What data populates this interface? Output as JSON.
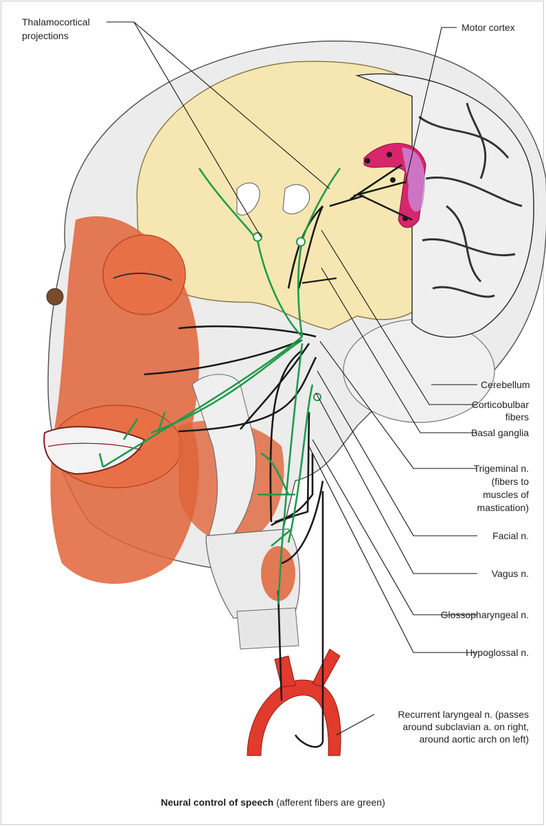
{
  "labels": {
    "thalamocortical_l1": "Thalamocortical",
    "thalamocortical_l2": "projections",
    "motor_cortex": "Motor cortex",
    "cerebellum": "Cerebellum",
    "corticobulbar_l1": "Corticobulbar",
    "corticobulbar_l2": "fibers",
    "basal_ganglia": "Basal ganglia",
    "trigeminal_l1": "Trigeminal n.",
    "trigeminal_l2": "(fibers to",
    "trigeminal_l3": "muscles of",
    "trigeminal_l4": "mastication)",
    "facial": "Facial n.",
    "vagus": "Vagus n.",
    "glossopharyngeal": "Glossopharyngeal n.",
    "hypoglossal": "Hypoglossal n.",
    "recurrent_l1": "Recurrent laryngeal n. (passes",
    "recurrent_l2": "around subclavian a. on right,",
    "recurrent_l3": "around aortic arch on left)"
  },
  "caption": {
    "bold": "Neural control of speech",
    "rest": " (afferent fibers are green)"
  },
  "colors": {
    "afferent": "#1f9a4a",
    "efferent": "#1a1a1a",
    "muscle": "#e0643a",
    "brain": "#f6e7b2",
    "cortex_motor": "#d9256b",
    "artery": "#e23a2c"
  }
}
